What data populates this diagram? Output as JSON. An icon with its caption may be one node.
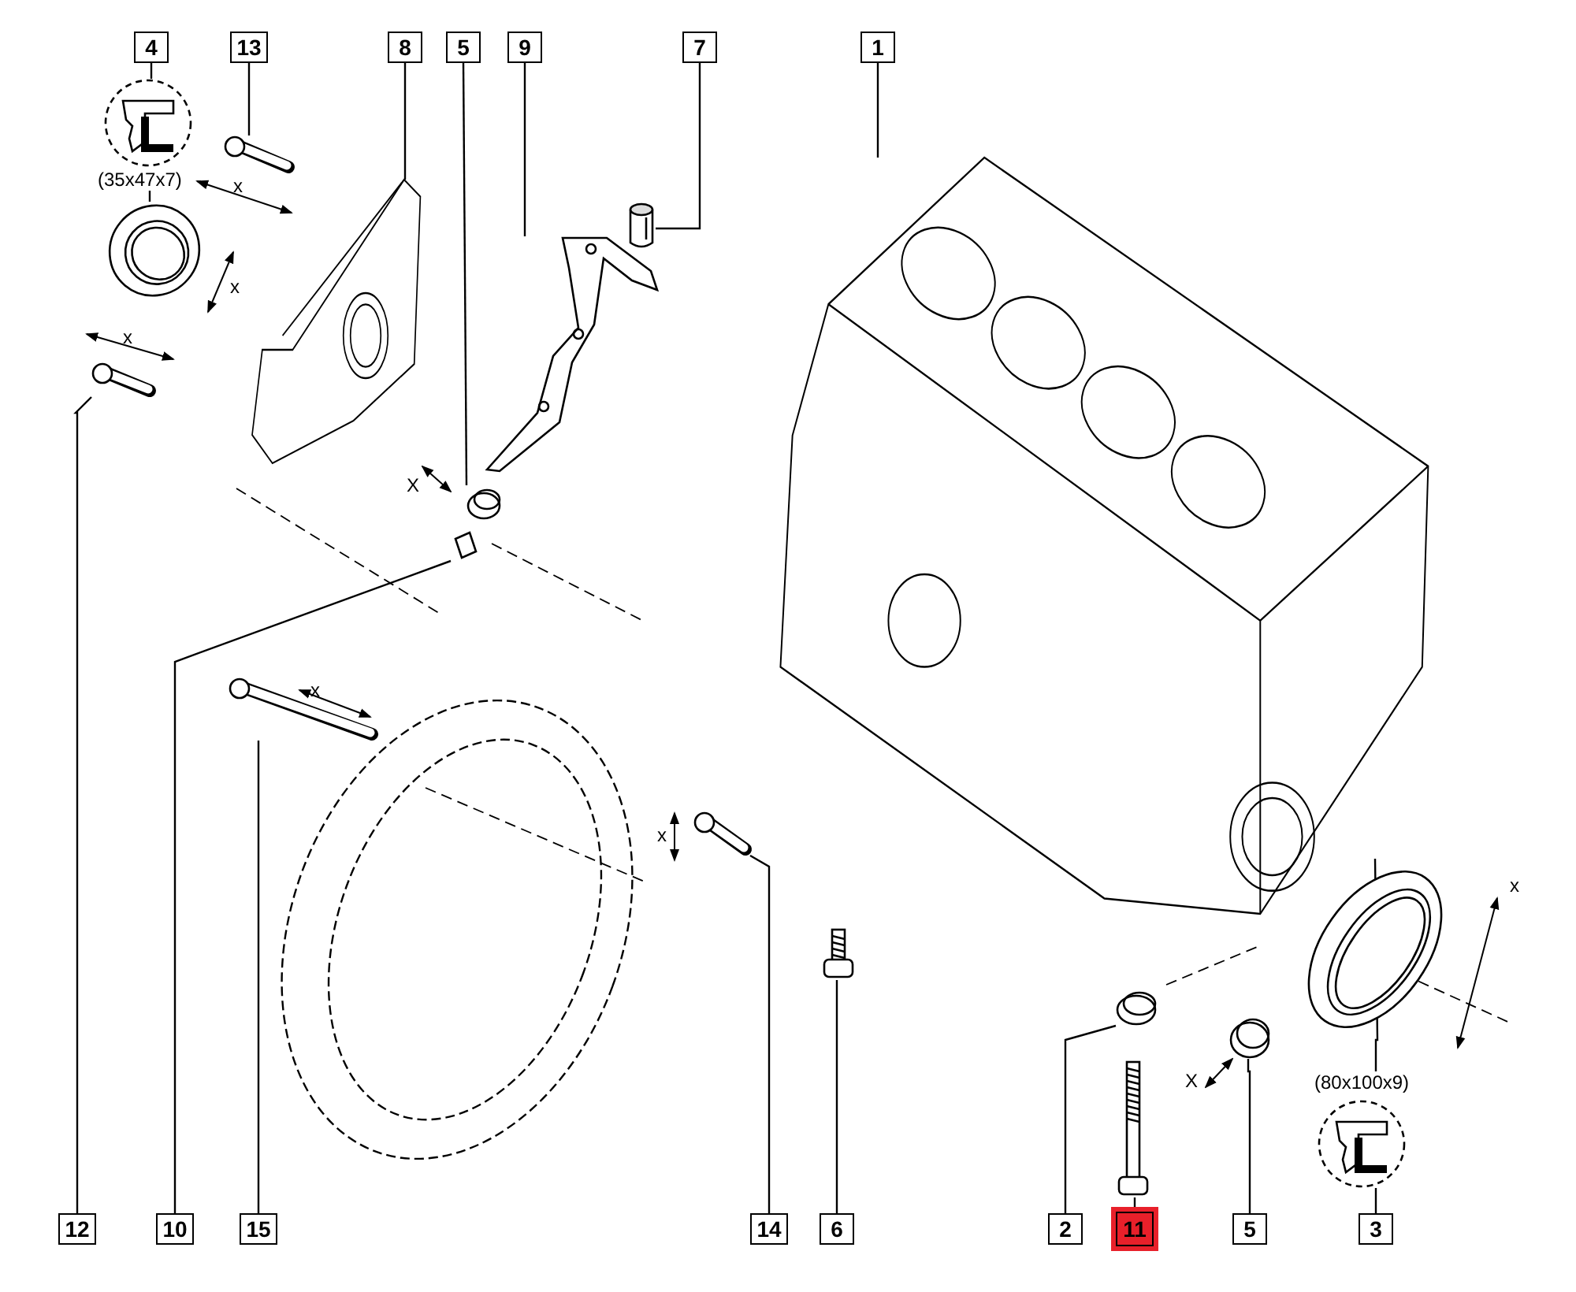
{
  "diagram": {
    "nodes": [
      {
        "text": [
          "4"
        ]
      },
      {
        "text": [
          "13"
        ]
      },
      {
        "text": [
          "8"
        ]
      },
      {
        "text": [
          "5"
        ]
      },
      {
        "text": [
          "9"
        ]
      },
      {
        "text": [
          "7"
        ]
      },
      {
        "text": [
          "1"
        ]
      },
      {
        "text": [
          "12"
        ]
      },
      {
        "text": [
          "10"
        ]
      },
      {
        "text": [
          "15"
        ]
      },
      {
        "text": [
          "14"
        ]
      },
      {
        "text": [
          "6"
        ]
      },
      {
        "text": [
          "2"
        ]
      },
      {
        "text": [
          "11"
        ]
      },
      {
        "text": [
          "5"
        ]
      },
      {
        "text": [
          "3"
        ]
      },
      {
        "text": [],
        "shape": "picture"
      },
      {
        "text": [
          "(35x47x7)"
        ]
      },
      {
        "text": [],
        "shape": "picture"
      },
      {
        "text": [],
        "shape": "picture"
      },
      {
        "text": [],
        "shape": "picture"
      },
      {
        "text": [],
        "shape": "picture"
      },
      {
        "text": [],
        "shape": "picture"
      },
      {
        "text": [],
        "shape": "picture"
      },
      {
        "text": [],
        "shape": "picture"
      },
      {
        "text": [],
        "shape": "picture"
      },
      {
        "text": [],
        "shape": "picture"
      },
      {
        "text": [],
        "shape": "picture"
      },
      {
        "text": [],
        "shape": "picture"
      },
      {
        "text": [],
        "shape": "picture"
      },
      {
        "text": [],
        "shape": "picture"
      },
      {
        "text": [],
        "shape": "picture"
      },
      {
        "text": [],
        "shape": "picture"
      },
      {
        "text": [],
        "shape": "picture"
      },
      {
        "text": [
          "(80x100x9)"
        ]
      },
      {
        "text": [],
        "shape": "picture"
      }
    ],
    "edges": [
      {
        "from": 0,
        "to": 16,
        "arrow": "none"
      },
      {
        "from": 17,
        "to": 18,
        "arrow": "none"
      },
      {
        "from": 1,
        "to": 19,
        "arrow": "none"
      },
      {
        "from": 2,
        "to": 20,
        "arrow": "none"
      },
      {
        "from": 3,
        "to": 21,
        "arrow": "none"
      },
      {
        "from": 4,
        "to": 22,
        "arrow": "none"
      },
      {
        "from": 5,
        "to": 23,
        "arrow": "none"
      },
      {
        "from": 6,
        "to": 24,
        "arrow": "none"
      },
      {
        "from": 7,
        "to": 25,
        "arrow": "none"
      },
      {
        "from": 8,
        "to": 26,
        "arrow": "none"
      },
      {
        "from": 9,
        "to": 27,
        "arrow": "none"
      },
      {
        "from": 10,
        "to": 28,
        "arrow": "none"
      },
      {
        "from": 11,
        "to": 29,
        "arrow": "none"
      },
      {
        "from": 12,
        "to": 30,
        "arrow": "none"
      },
      {
        "from": 13,
        "to": 31,
        "arrow": "none"
      },
      {
        "from": 14,
        "to": 32,
        "arrow": "none"
      },
      {
        "from": 34,
        "to": 33,
        "arrow": "none"
      },
      {
        "from": 15,
        "to": 35,
        "arrow": "none"
      }
    ],
    "labels": [
      "x",
      "x",
      "x",
      "X",
      "x",
      "x",
      "x",
      "X"
    ]
  }
}
